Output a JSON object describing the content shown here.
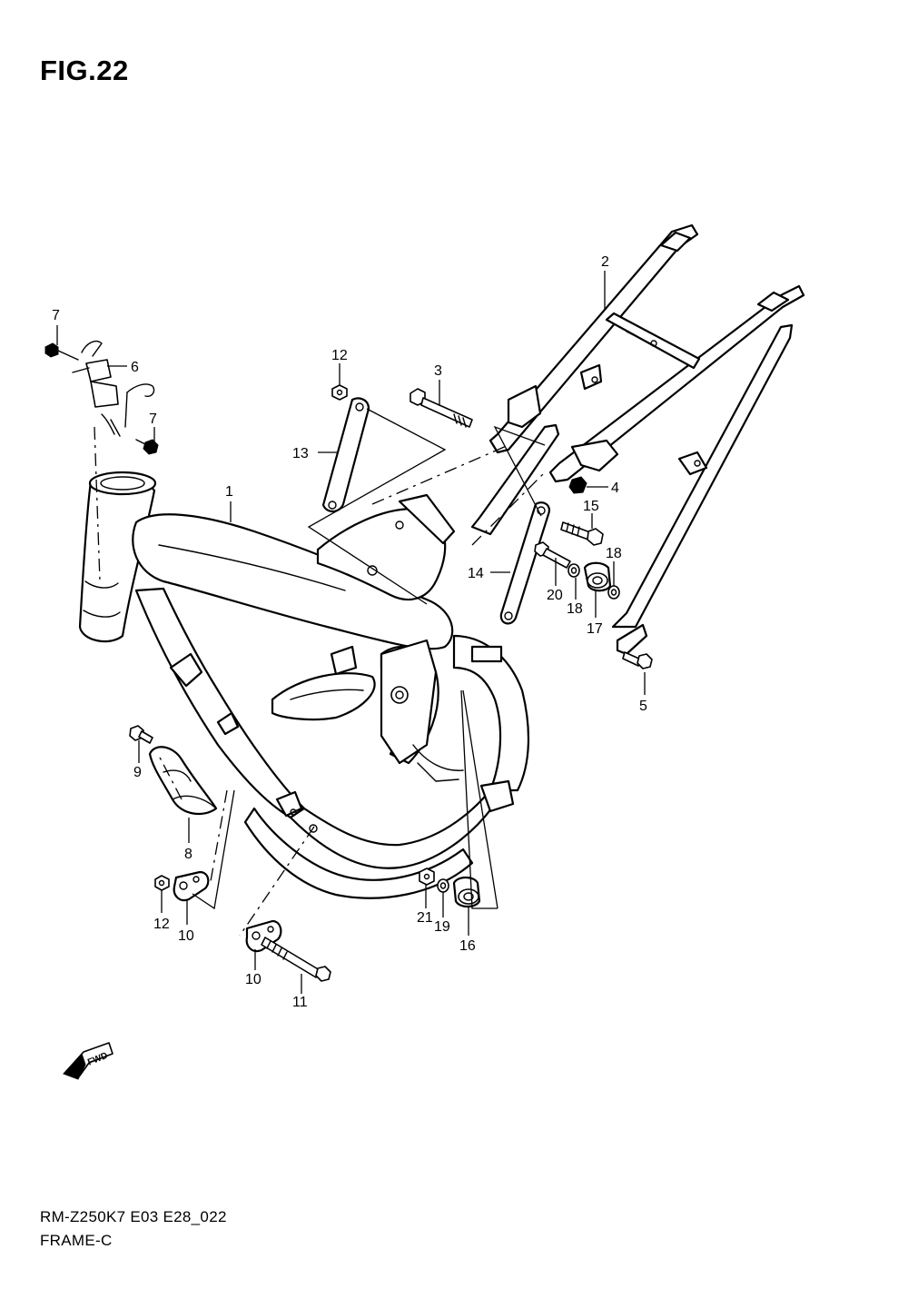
{
  "figure": {
    "title": "FIG.22",
    "code": "RM-Z250K7 E03 E28_022",
    "name": "FRAME-C"
  },
  "fwd_arrow": {
    "label": "FWD",
    "icon": "forward-direction-arrow-icon"
  },
  "callouts": {
    "c1": "1",
    "c2": "2",
    "c3": "3",
    "c4": "4",
    "c5": "5",
    "c6": "6",
    "c7a": "7",
    "c7b": "7",
    "c8": "8",
    "c9": "9",
    "c10a": "10",
    "c10b": "10",
    "c11": "11",
    "c12a": "12",
    "c12b": "12",
    "c13": "13",
    "c14": "14",
    "c15": "15",
    "c16": "16",
    "c17": "17",
    "c18a": "18",
    "c18b": "18",
    "c19": "19",
    "c20": "20",
    "c21": "21"
  }
}
